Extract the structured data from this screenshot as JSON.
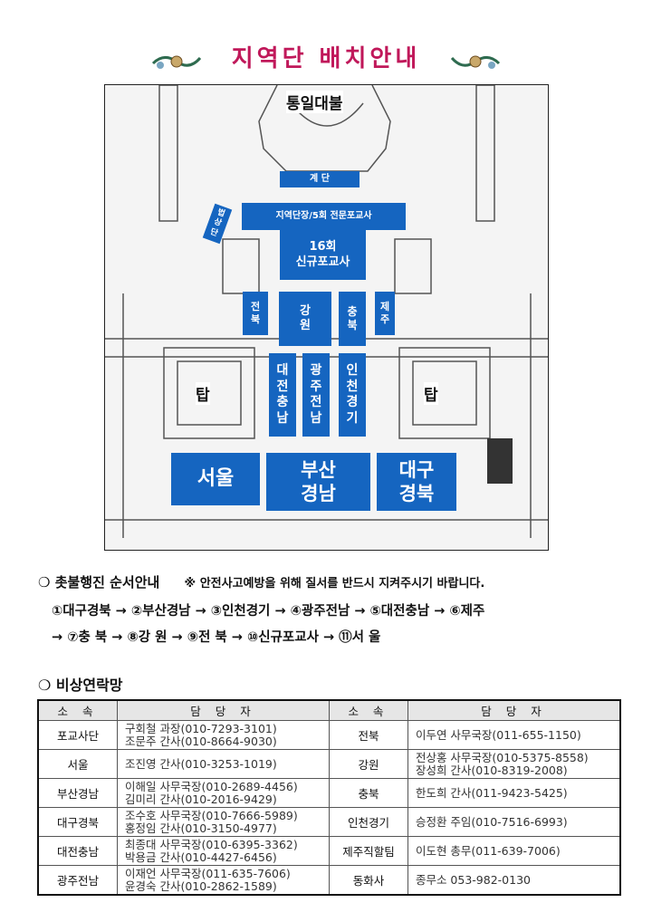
{
  "title": "지역단 배치안내",
  "map": {
    "top_label": "통일대불",
    "stairs": "계 단",
    "altar": "법\n상\n단",
    "head_block": "지역단장/5회 전문포교사",
    "new_block": "16회\n신규포교사",
    "jeonbuk": "전\n북",
    "gangwon": "강\n원",
    "chungbuk": "충\n북",
    "jeju": "제\n주",
    "daejeon": "대\n전\n충\n남",
    "gwangju": "광\n주\n전\n남",
    "incheon": "인\n천\n경\n기",
    "tower_left": "탑",
    "tower_right": "탑",
    "seoul": "서울",
    "busan": "부산\n경남",
    "daegu": "대구\n경북"
  },
  "procession": {
    "heading": "촛불행진 순서안내",
    "note": "※ 안전사고예방을 위해 질서를 반드시 지켜주시기 바랍니다.",
    "line1": "①대구경북 → ②부산경남 → ③인천경기 → ④광주전남 → ⑤대전충남 → ⑥제주",
    "line2": "→ ⑦충 북 → ⑧강 원 → ⑨전 북 → ⑩신규포교사 → ⑪서 울"
  },
  "contacts": {
    "heading": "비상연락망",
    "col_org": "소 속",
    "col_person": "담 당 자",
    "rows": [
      {
        "org1": "포교사단",
        "p1a": "구회철 과장(010-7293-3101)",
        "p1b": "조문주 간사(010-8664-9030)",
        "org2": "전북",
        "p2a": "이두연 사무국장(011-655-1150)",
        "p2b": ""
      },
      {
        "org1": "서울",
        "p1a": "조진영 간사(010-3253-1019)",
        "p1b": "",
        "org2": "강원",
        "p2a": "전상홍 사무국장(010-5375-8558)",
        "p2b": "장성희 간사(010-8319-2008)"
      },
      {
        "org1": "부산경남",
        "p1a": "이해일 사무국장(010-2689-4456)",
        "p1b": "김미리 간사(010-2016-9429)",
        "org2": "충북",
        "p2a": "한도희 간사(011-9423-5425)",
        "p2b": ""
      },
      {
        "org1": "대구경북",
        "p1a": "조수호 사무국장(010-7666-5989)",
        "p1b": "홍정임 간사(010-3150-4977)",
        "org2": "인천경기",
        "p2a": "승정환 주임(010-7516-6993)",
        "p2b": ""
      },
      {
        "org1": "대전충남",
        "p1a": "최종대 사무국장(010-6395-3362)",
        "p1b": "박용금 간사(010-4427-6456)",
        "org2": "제주직할팀",
        "p2a": "이도현 총무(011-639-7006)",
        "p2b": ""
      },
      {
        "org1": "광주전남",
        "p1a": "이재언 사무국장(011-635-7606)",
        "p1b": "윤경숙 간사(010-2862-1589)",
        "org2": "동화사",
        "p2a": "종무소 053-982-0130",
        "p2b": ""
      }
    ]
  }
}
